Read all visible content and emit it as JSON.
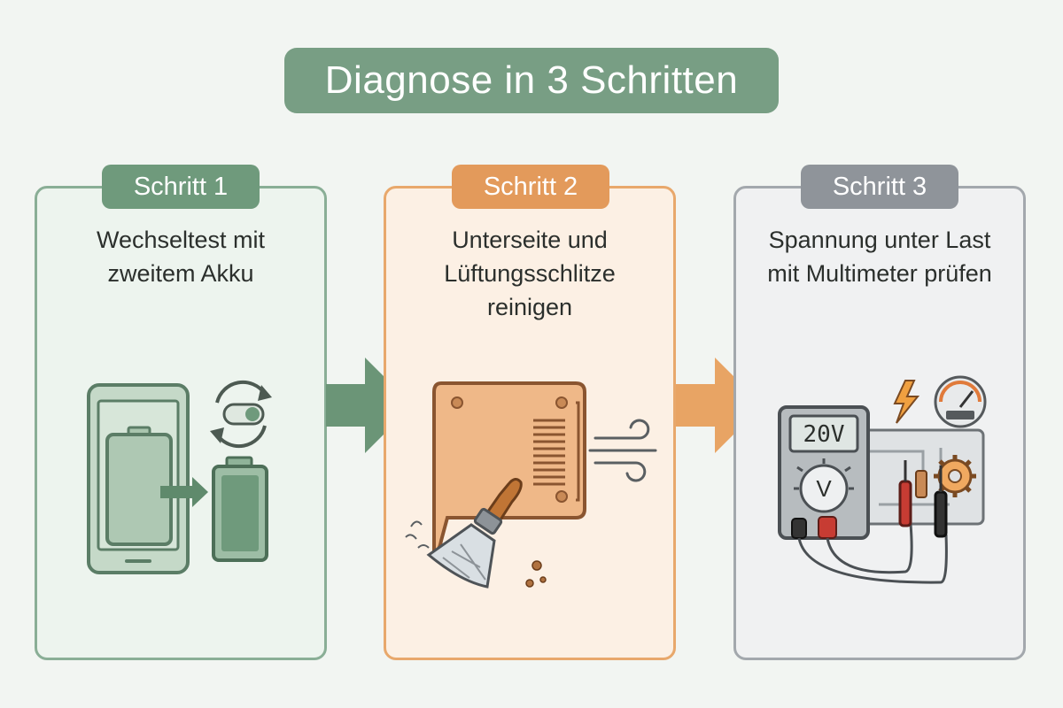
{
  "title": "Diagnose in 3 Schritten",
  "steps": [
    {
      "badge": "Schritt 1",
      "text": "Wechseltest mit\nzweitem Akku",
      "color": "#789e84"
    },
    {
      "badge": "Schritt 2",
      "text": "Unterseite und\nLüftungsschlitze\nreinigen",
      "color": "#e39a5b"
    },
    {
      "badge": "Schritt 3",
      "text": "Spannung unter Last\nmit Multimeter prüfen",
      "color": "#8f949a"
    }
  ],
  "multimeter_display": "20V",
  "multimeter_dial": "V",
  "icons": {
    "step1": [
      "smartphone-icon",
      "battery-icon",
      "swap-toggle-icon",
      "arrow-right-icon",
      "spare-battery-icon"
    ],
    "step2": [
      "laptop-underside-icon",
      "vent-slots-icon",
      "brush-icon",
      "airflow-icon",
      "dust-icon"
    ],
    "step3": [
      "multimeter-icon",
      "lightning-icon",
      "gauge-icon",
      "circuit-board-icon",
      "gear-icon",
      "probe-icon"
    ]
  }
}
